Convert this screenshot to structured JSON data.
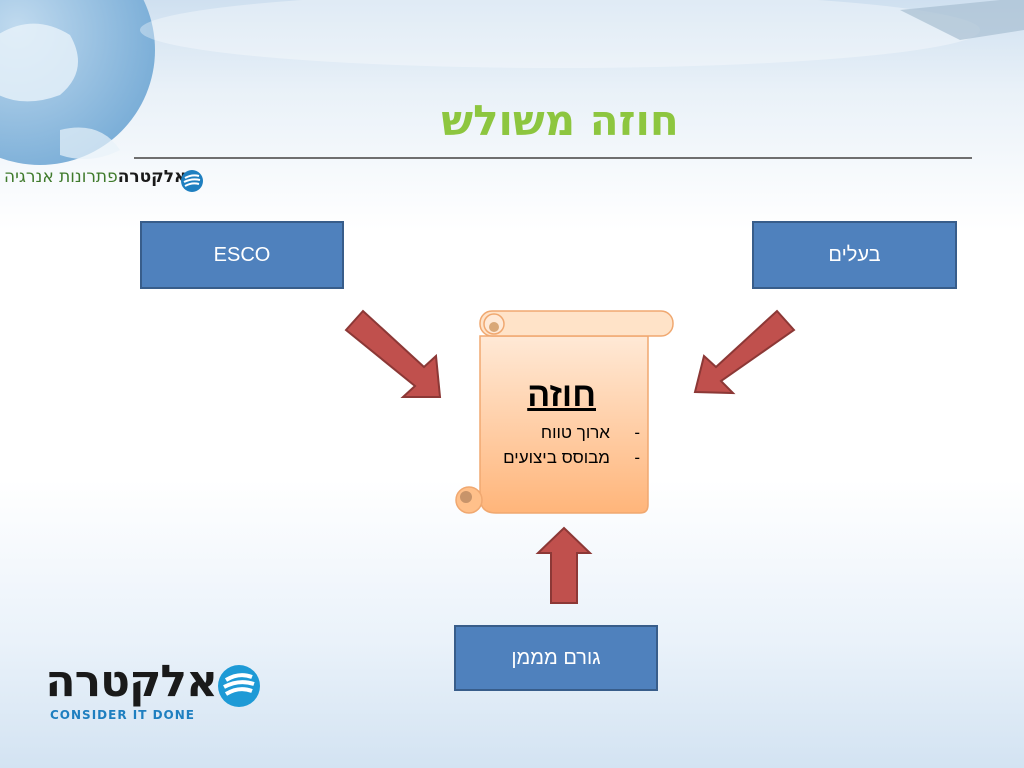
{
  "title": "חוזה משולש",
  "brand": {
    "top_logo_dark": "אלקטרה",
    "top_logo_green": "פתרונות אנרגיה",
    "bottom_logo_he": "אלקטרה",
    "bottom_logo_en": "CONSIDER IT DONE"
  },
  "diagram": {
    "esco_label": "ESCO",
    "owners_label": "בעלים",
    "financier_label": "גורם מממן",
    "contract": {
      "title": "חוזה",
      "items": [
        "ארוך טווח",
        "מבוסס ביצועים"
      ],
      "bullet": "-"
    }
  },
  "colors": {
    "title": "#8dc63f",
    "box_fill": "#4f81bd",
    "box_border": "#385d8a",
    "arrow_fill": "#c0504d",
    "arrow_border": "#8c3836",
    "scroll_fill": "#ffc08a",
    "logo_blue": "#1e7fc0"
  }
}
